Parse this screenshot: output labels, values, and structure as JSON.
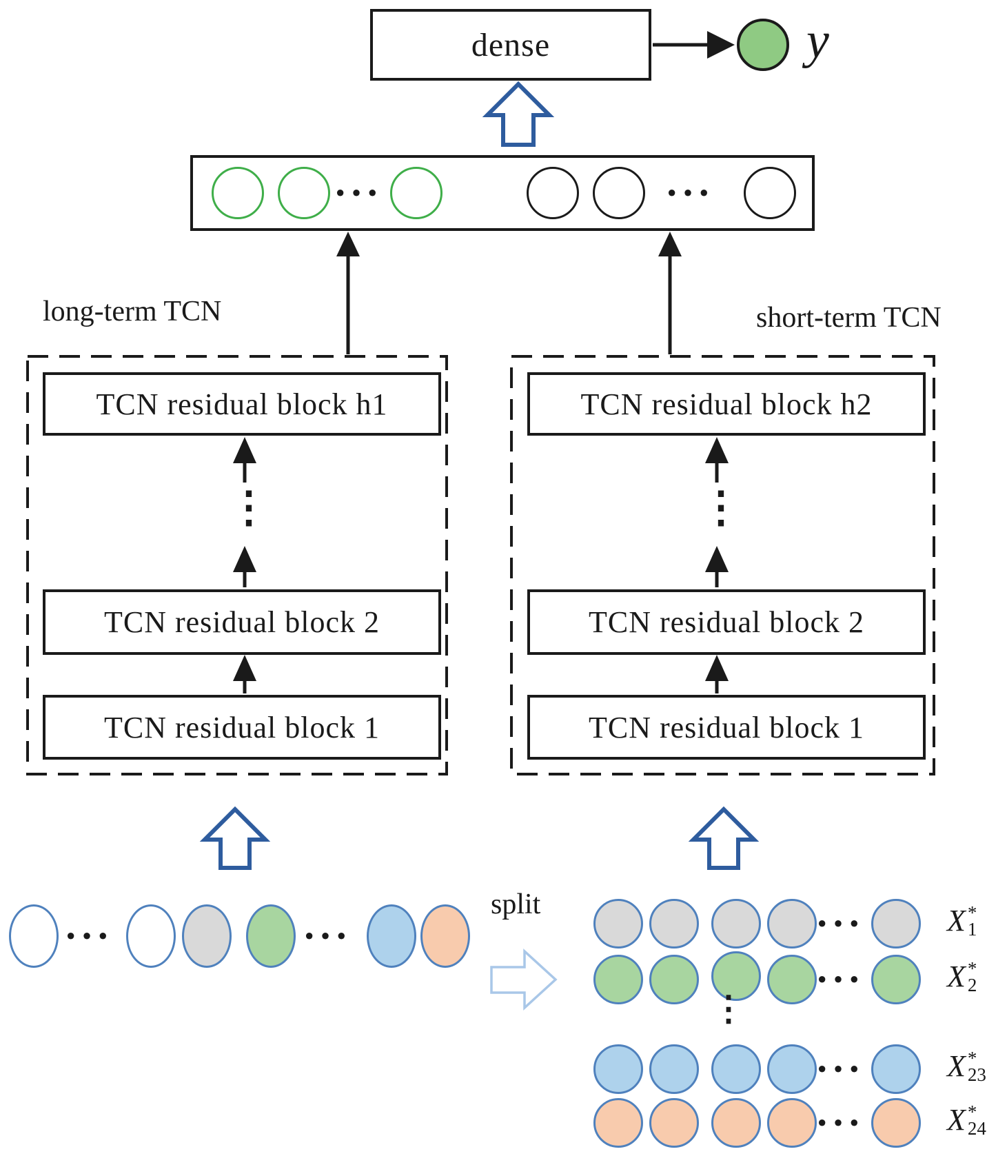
{
  "colors": {
    "black": "#1a1a1a",
    "arrow_blue": "#2e5c9e",
    "split_arrow_blue": "#a9c7e8",
    "circle_border_blue": "#4f81bd",
    "gray_fill": "#d9d9d9",
    "green_fill": "#a8d5a0",
    "blue_fill": "#aed2ec",
    "orange_fill": "#f8cbad",
    "y_circle_fill": "#8fca83",
    "concat_green_stroke": "#3fae49"
  },
  "output": {
    "dense_label": "dense",
    "y_label": "y"
  },
  "glyphs": {
    "hdots": "···",
    "vdots": "⋮"
  },
  "branches": {
    "long": {
      "label": "long-term TCN",
      "block_top": "TCN residual block h1",
      "block_mid": "TCN residual block 2",
      "block_bottom": "TCN residual block 1"
    },
    "short": {
      "label": "short-term TCN",
      "block_top": "TCN residual block h2",
      "block_mid": "TCN residual block 2",
      "block_bottom": "TCN residual block 1"
    }
  },
  "split_label": "split",
  "input_rows": [
    {
      "var": "X",
      "sup": "*",
      "sub": "1",
      "color_name": "gray"
    },
    {
      "var": "X",
      "sup": "*",
      "sub": "2",
      "color_name": "green"
    },
    {
      "var": "X",
      "sup": "*",
      "sub": "23",
      "color_name": "blue"
    },
    {
      "var": "X",
      "sup": "*",
      "sub": "24",
      "color_name": "orange"
    }
  ]
}
